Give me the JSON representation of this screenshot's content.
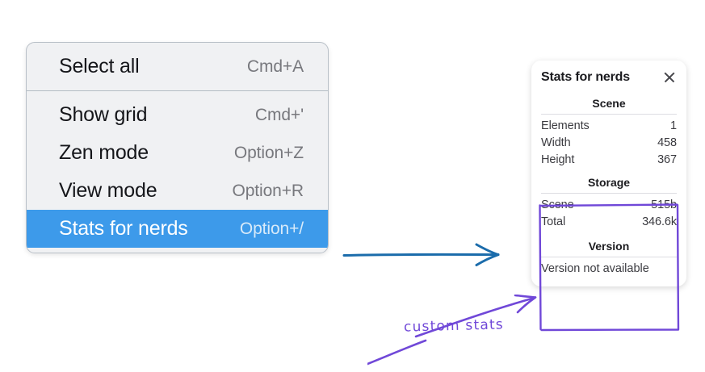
{
  "colors": {
    "menu_background": "#f0f1f3",
    "menu_border": "#b9c0c8",
    "menu_separator": "#b4bcc4",
    "selection_blue": "#3d9aea",
    "label_text": "#15161a",
    "shortcut_text": "#77787d",
    "panel_background": "#ffffff",
    "panel_text": "#3b3b40",
    "panel_heading": "#1b1b1f",
    "annotation_blue": "#1b6cab",
    "annotation_purple": "#7048d8",
    "page_background": "#ffffff"
  },
  "context_menu": {
    "groups": [
      {
        "items": [
          {
            "label": "Select all",
            "shortcut": "Cmd+A",
            "selected": false
          }
        ]
      },
      {
        "items": [
          {
            "label": "Show grid",
            "shortcut": "Cmd+'",
            "selected": false
          },
          {
            "label": "Zen mode",
            "shortcut": "Option+Z",
            "selected": false
          },
          {
            "label": "View mode",
            "shortcut": "Option+R",
            "selected": false
          },
          {
            "label": "Stats for nerds",
            "shortcut": "Option+/",
            "selected": true
          }
        ]
      }
    ]
  },
  "stats_panel": {
    "title": "Stats for nerds",
    "close_icon": "close-icon",
    "sections": [
      {
        "heading": "Scene",
        "rows": [
          {
            "key": "Elements",
            "value": "1"
          },
          {
            "key": "Width",
            "value": "458"
          },
          {
            "key": "Height",
            "value": "367"
          }
        ]
      },
      {
        "heading": "Storage",
        "rows": [
          {
            "key": "Scene",
            "value": "515b"
          },
          {
            "key": "Total",
            "value": "346.6k"
          }
        ]
      },
      {
        "heading": "Version",
        "note": "Version not available"
      }
    ]
  },
  "annotations": {
    "custom_stats_label": "custom stats",
    "blue_arrow_name": "blue-pointer-arrow",
    "purple_arrow_name": "purple-pointer-arrow",
    "highlight_box_name": "custom-stats-highlight-box"
  }
}
